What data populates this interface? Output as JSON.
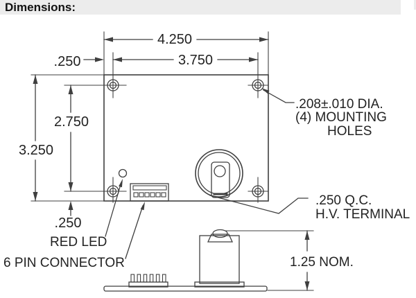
{
  "title": "Dimensions:",
  "colors": {
    "line": "#3f3f3f",
    "text": "#222222",
    "title_bar_bg": "#ececec",
    "background": "#ffffff"
  },
  "top_view": {
    "dims": {
      "board_width": "4.250",
      "hole_span_x": "3.750",
      "offset_top": ".250",
      "hole_span_y": "2.750",
      "board_height": "3.250",
      "offset_bottom": ".250"
    },
    "labels": {
      "mounting_holes_line1": ".208±.010 DIA.",
      "mounting_holes_line2": "(4) MOUNTING",
      "mounting_holes_line3": "HOLES",
      "hv_terminal_line1": ".250 Q.C.",
      "hv_terminal_line2": "H.V. TERMINAL",
      "red_led": "RED LED",
      "six_pin_connector": "6 PIN CONNECTOR"
    }
  },
  "side_view": {
    "height": "1.25 NOM."
  }
}
